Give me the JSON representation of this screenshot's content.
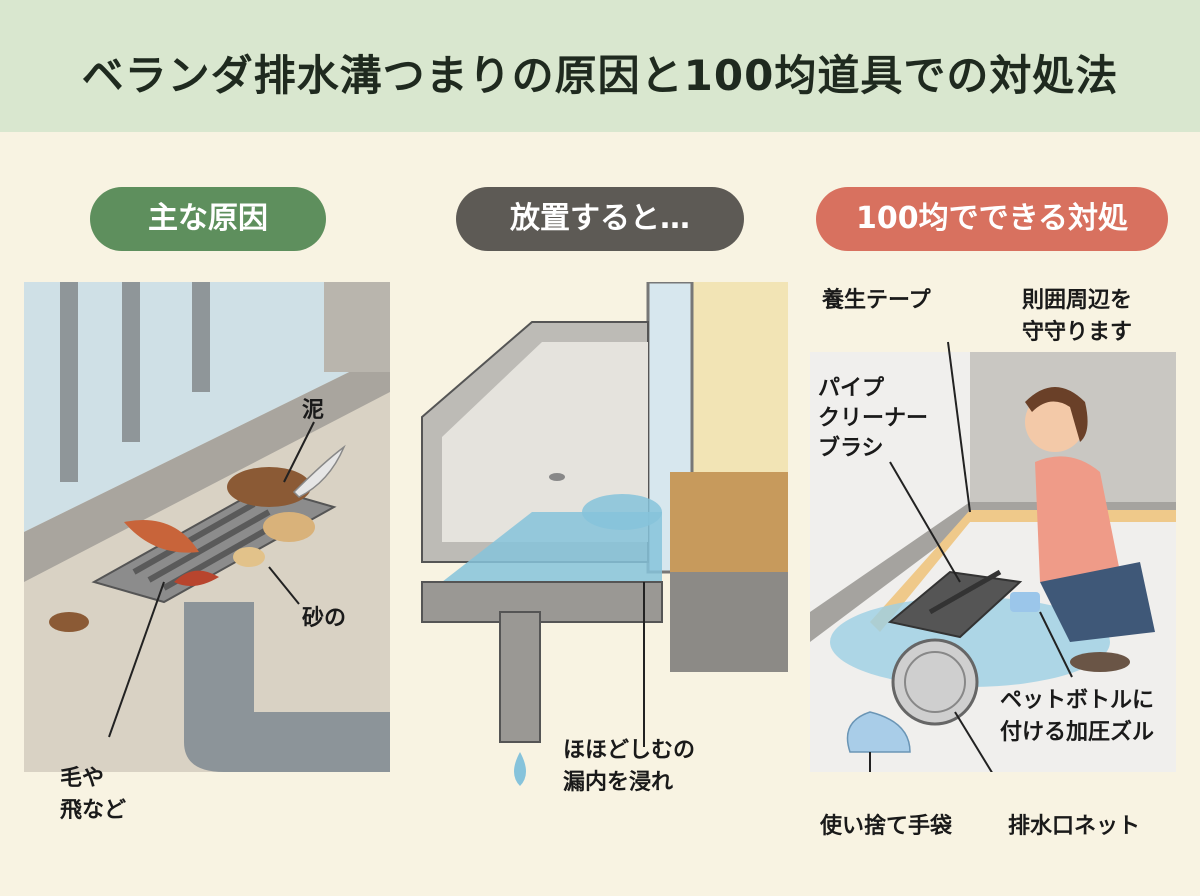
{
  "title": "ベランダ排水溝つまりの原因と100均道具での対処法",
  "sections": {
    "causes": {
      "heading": "主な原因",
      "labels": {
        "mud": "泥",
        "sand": "砂の",
        "hair_line1": "毛や",
        "hair_line2": "飛など"
      }
    },
    "neglect": {
      "heading": "放置すると…",
      "labels": {
        "leak_line1": "ほほどしむの",
        "leak_line2": "漏内を浸れ"
      }
    },
    "remedies": {
      "heading": "100均でできる対処",
      "labels": {
        "tape": "養生テープ",
        "protect_line1": "則囲周辺を",
        "protect_line2": "守守ります",
        "brush_line1": "パイプ",
        "brush_line2": "クリーナー",
        "brush_line3": "ブラシ",
        "nozzle_line1": "ペットボトルに",
        "nozzle_line2": "付ける加圧ズル",
        "gloves": "使い捨て手袋",
        "net": "排水口ネット"
      }
    }
  }
}
